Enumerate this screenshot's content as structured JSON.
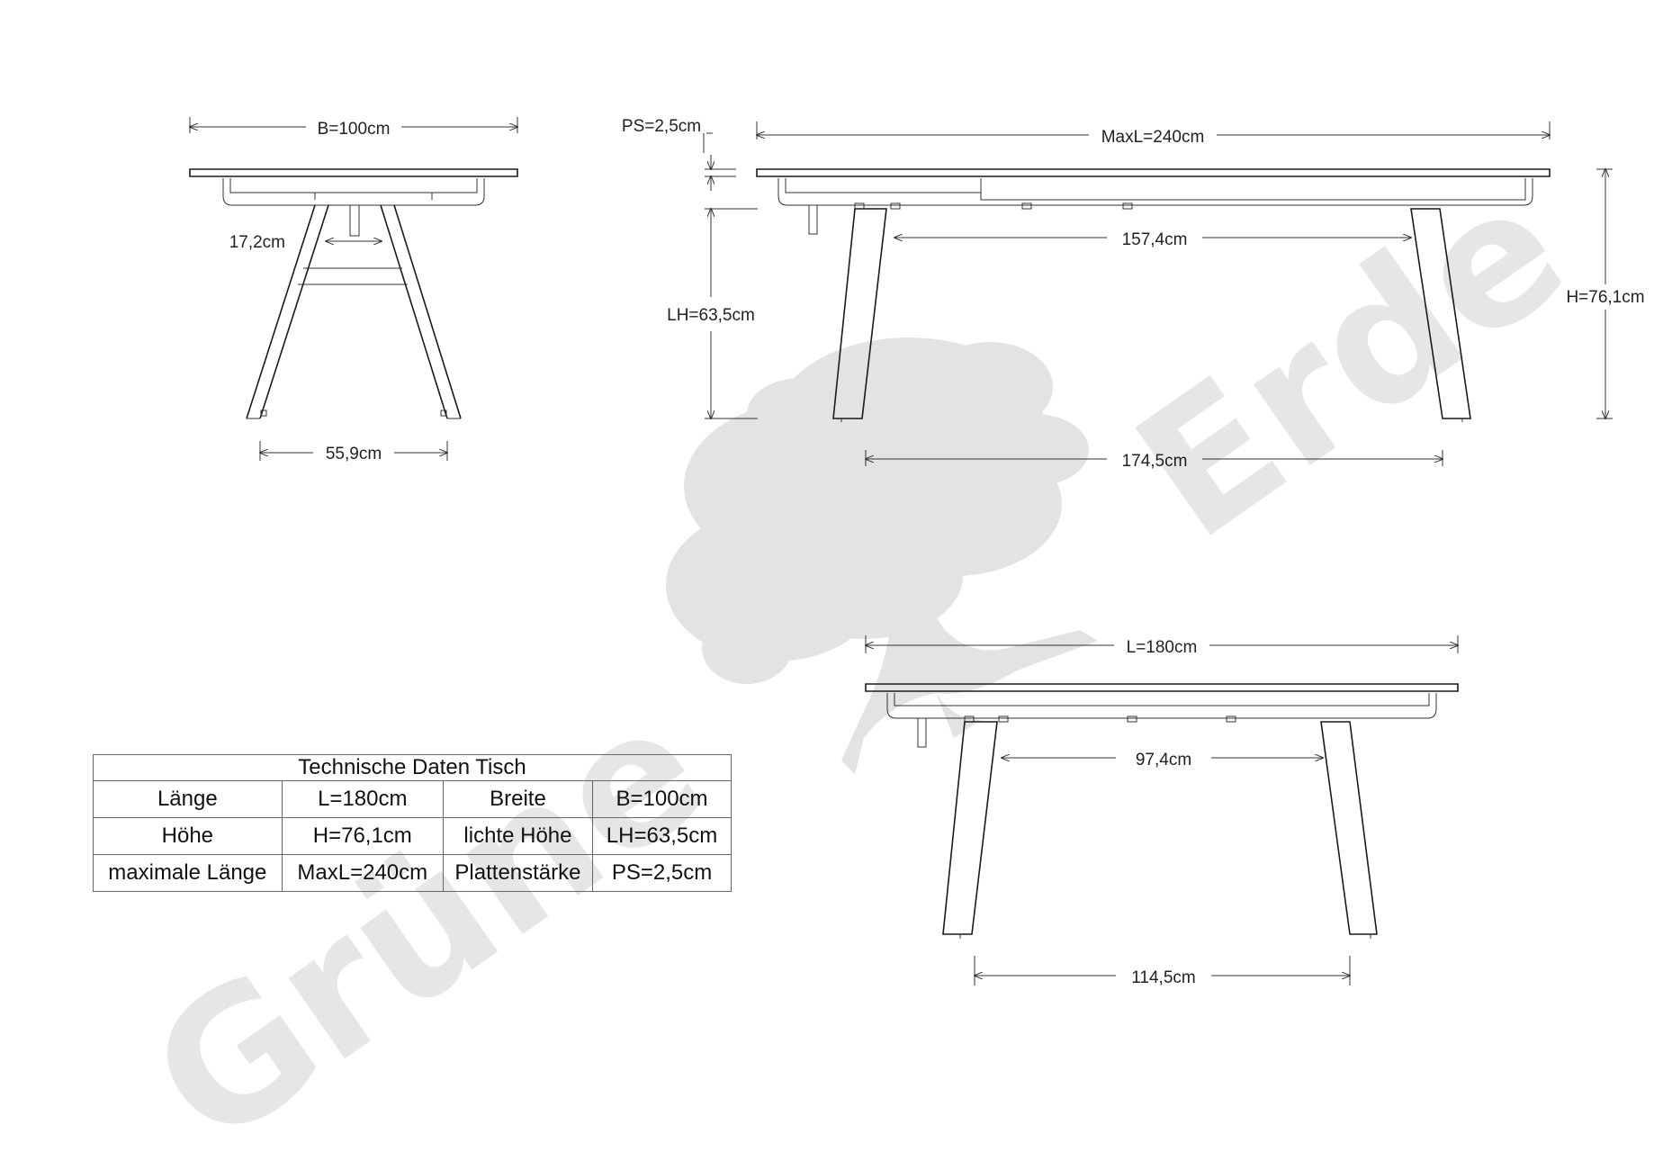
{
  "watermark": {
    "word1": "Grüne",
    "word2": "Erde",
    "tree_icon": "tree-icon",
    "color": "#e6e6e6"
  },
  "front_view": {
    "width_label": "B=100cm",
    "inner_label": "17,2cm",
    "foot_label": "55,9cm"
  },
  "side_view_extended": {
    "plate_label": "PS=2,5cm",
    "max_length_label": "MaxL=240cm",
    "leg_inner_label": "157,4cm",
    "leg_height_label": "LH=63,5cm",
    "height_label": "H=76,1cm",
    "foot_span_label": "174,5cm"
  },
  "side_view_normal": {
    "length_label": "L=180cm",
    "leg_inner_label": "97,4cm",
    "foot_span_label": "114,5cm"
  },
  "spec_table": {
    "title": "Technische Daten Tisch",
    "rows": [
      [
        "Länge",
        "L=180cm",
        "Breite",
        "B=100cm"
      ],
      [
        "Höhe",
        "H=76,1cm",
        "lichte Höhe",
        "LH=63,5cm"
      ],
      [
        "maximale Länge",
        "MaxL=240cm",
        "Plattenstärke",
        "PS=2,5cm"
      ]
    ]
  }
}
